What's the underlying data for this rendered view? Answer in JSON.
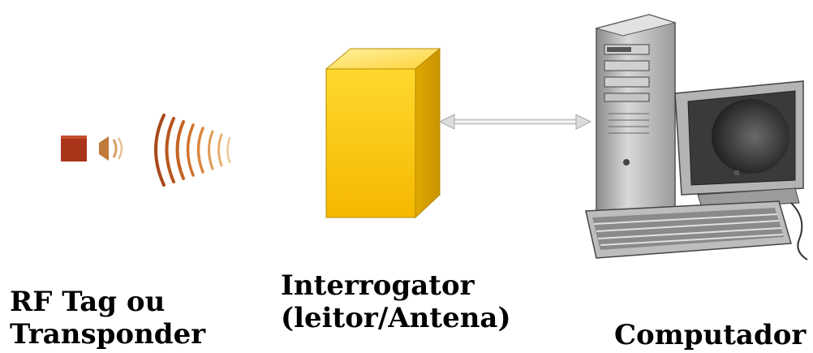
{
  "components": {
    "tag": {
      "label_line1": "RF Tag ou",
      "label_line2": "Transponder"
    },
    "reader": {
      "label_line1": "Interrogator",
      "label_line2": "(leitor/Antena)"
    },
    "computer": {
      "label": "Computador"
    }
  },
  "colors": {
    "tag_chip": "#a8341a",
    "wave": "#c0661c",
    "reader_front": "#ffd21f",
    "reader_top": "#ffe066",
    "reader_side": "#d9a400",
    "computer_case": "#b8b8b8",
    "screen": "#2a2a2a"
  }
}
